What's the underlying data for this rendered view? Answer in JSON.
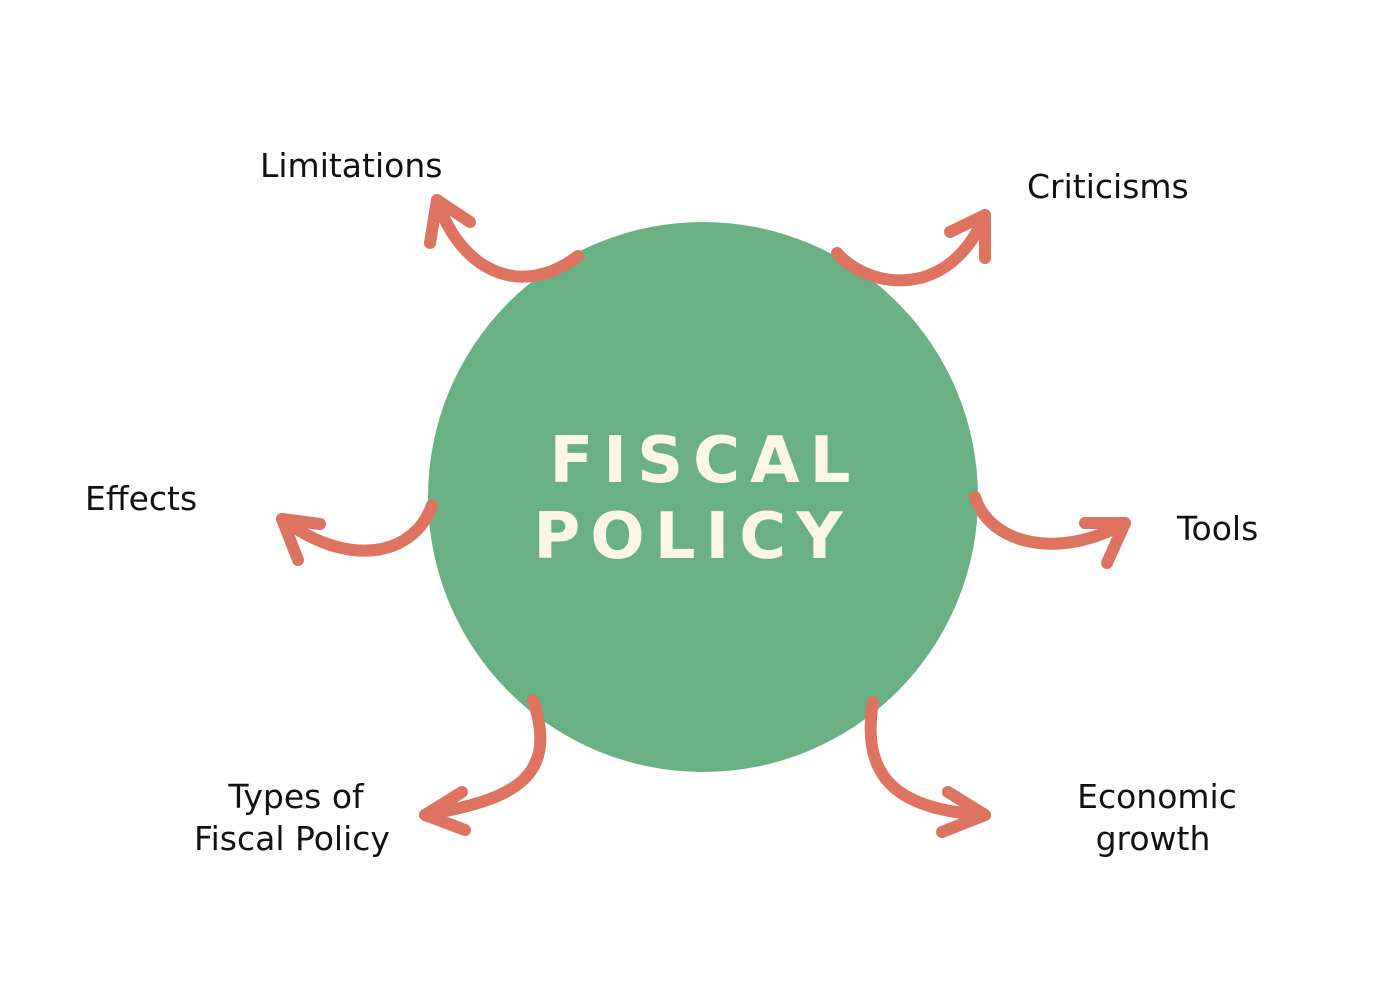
{
  "colors": {
    "background": "#ffffff",
    "circle": "#69b182",
    "center_text": "#fbf7e4",
    "arrow": "#de7460",
    "label": "#111111"
  },
  "center": {
    "title_line1": "FISCAL",
    "title_line2": "POLICY"
  },
  "branches": {
    "limitations": {
      "label": "Limitations"
    },
    "criticisms": {
      "label": "Criticisms"
    },
    "effects": {
      "label": "Effects"
    },
    "tools": {
      "label": "Tools"
    },
    "types": {
      "label_line1": "Types of",
      "label_line2": "Fiscal Policy"
    },
    "growth": {
      "label_line1": "Economic",
      "label_line2": "growth"
    }
  }
}
